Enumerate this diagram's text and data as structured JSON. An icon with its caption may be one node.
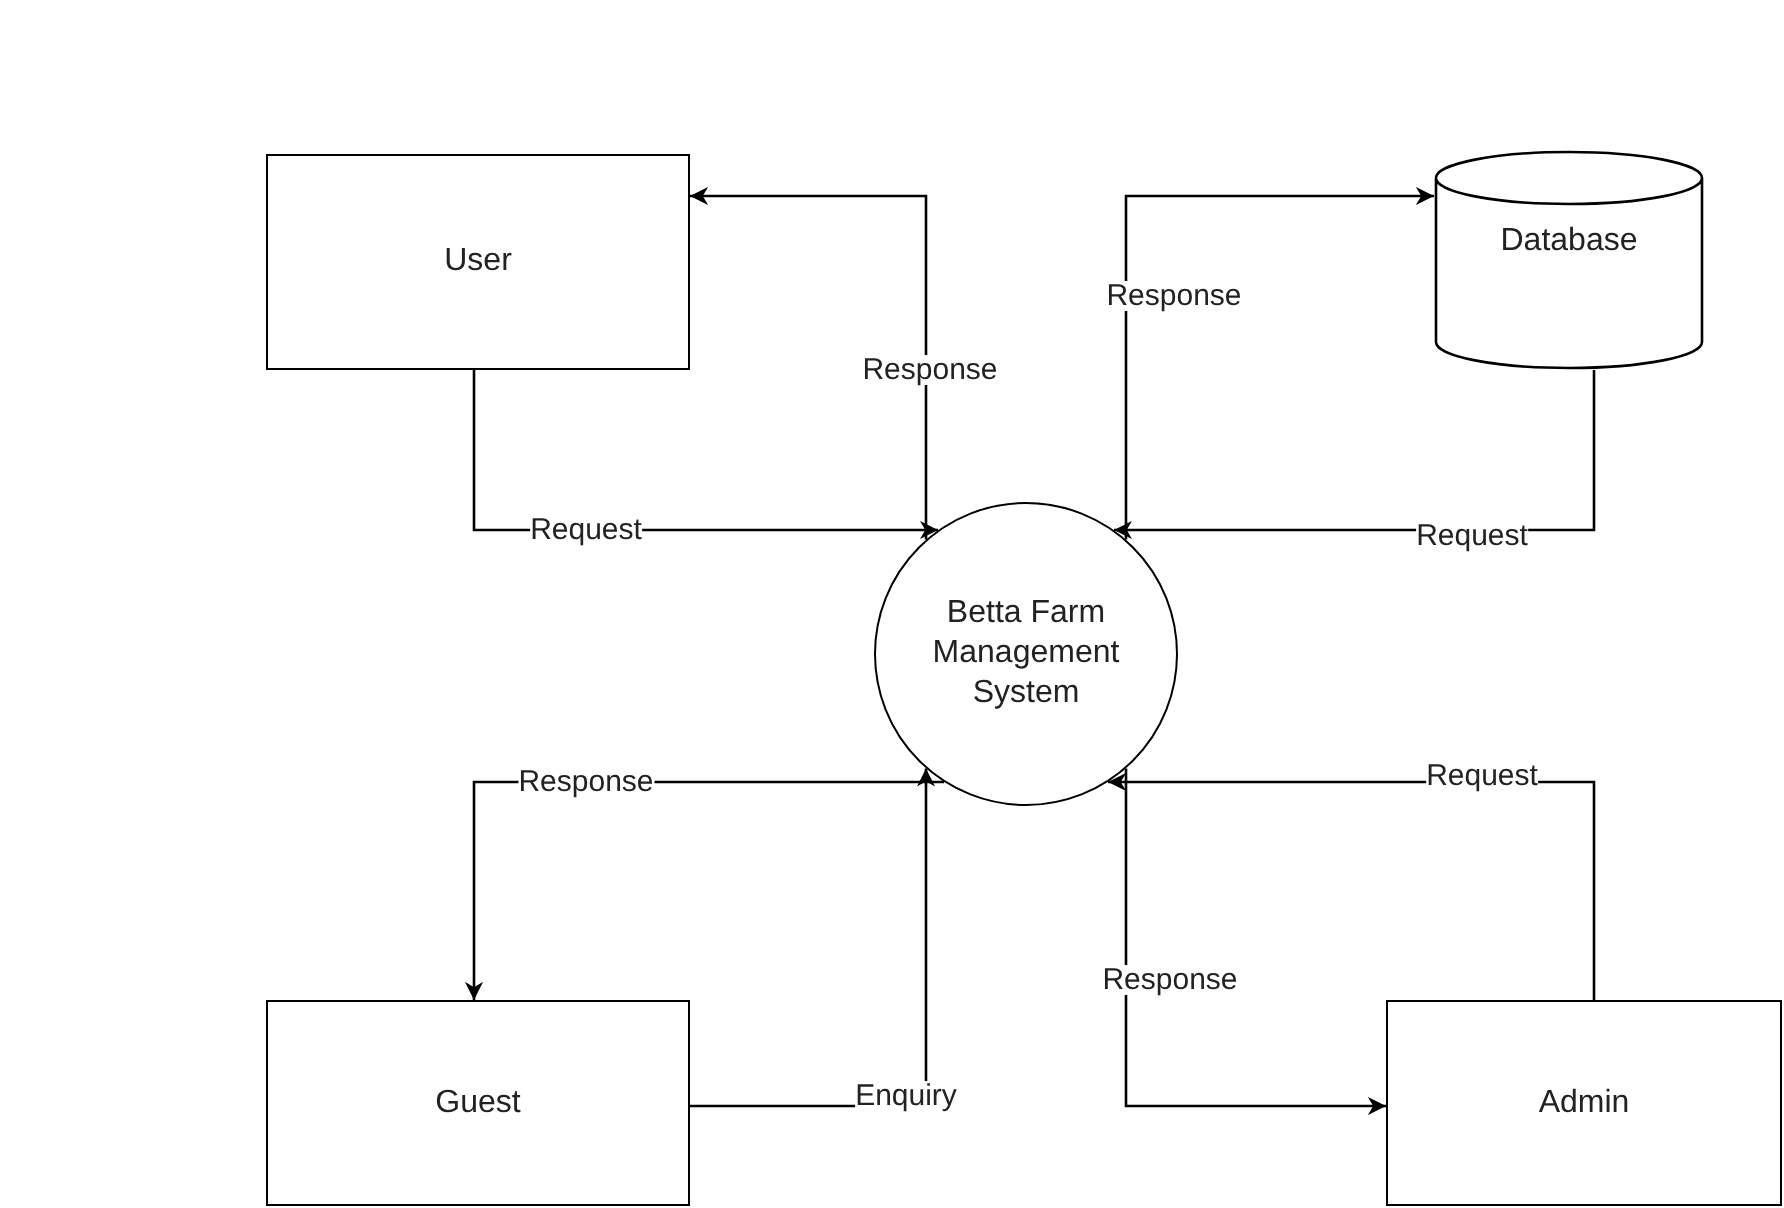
{
  "diagram": {
    "nodes": [
      {
        "text": [
          "User"
        ]
      },
      {
        "text": [
          "Database"
        ]
      },
      {
        "text": [
          "Betta Farm Management System"
        ]
      },
      {
        "text": [
          "Guest"
        ]
      },
      {
        "text": [
          "Admin"
        ]
      }
    ],
    "edges": [
      {
        "from": 2,
        "to": 0,
        "arrow": "to",
        "label": "Response"
      },
      {
        "from": 0,
        "to": 2,
        "arrow": "to",
        "label": "Request"
      },
      {
        "from": 2,
        "to": 1,
        "arrow": "to",
        "label": "Response"
      },
      {
        "from": 1,
        "to": 2,
        "arrow": "to",
        "label": "Request"
      },
      {
        "from": 2,
        "to": 3,
        "arrow": "to",
        "label": "Response"
      },
      {
        "from": 3,
        "to": 2,
        "arrow": "to",
        "label": "Enquiry"
      },
      {
        "from": 2,
        "to": 4,
        "arrow": "to",
        "label": "Response"
      },
      {
        "from": 4,
        "to": 2,
        "arrow": "to",
        "label": "Request"
      }
    ]
  }
}
